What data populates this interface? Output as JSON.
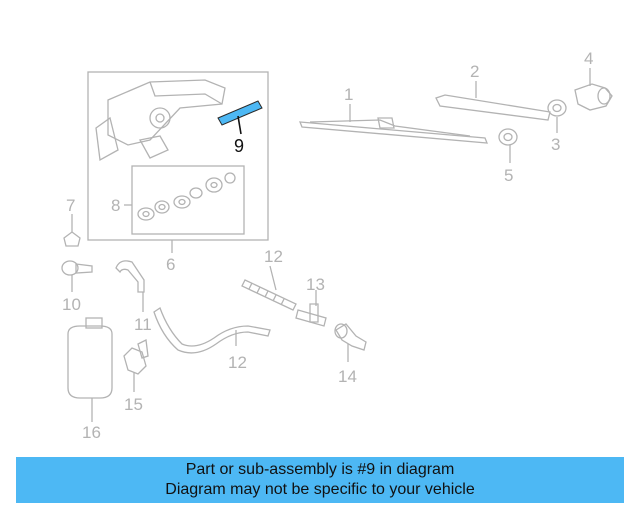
{
  "diagram": {
    "callouts": [
      "1",
      "2",
      "3",
      "4",
      "5",
      "6",
      "7",
      "8",
      "9",
      "10",
      "11",
      "12",
      "12",
      "13",
      "14",
      "15",
      "16"
    ],
    "highlighted_callout": "9",
    "highlight_color": "#4db8f4",
    "line_color": "#b3b3b3"
  },
  "banner": {
    "line1": "Part or sub-assembly is #9 in diagram",
    "line2": "Diagram may not be specific to your vehicle",
    "background": "#4db8f4"
  }
}
